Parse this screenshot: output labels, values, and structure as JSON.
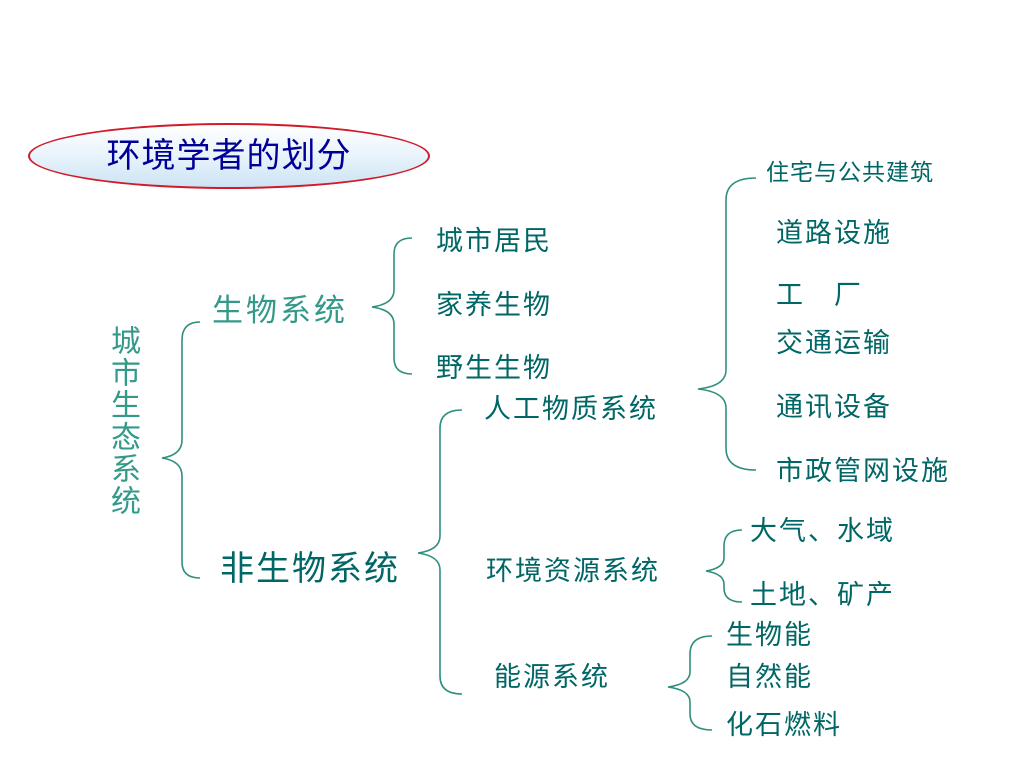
{
  "title": "环境学者的划分",
  "root": "城市生态系统",
  "biological": {
    "label": "生物系统",
    "items": [
      "城市居民",
      "家养生物",
      "野生生物"
    ]
  },
  "non_biological": {
    "label": "非生物系统",
    "artificial": {
      "label": "人工物质系统",
      "items": [
        "住宅与公共建筑",
        "道路设施",
        "工　厂",
        "交通运输",
        "通讯设备",
        "市政管网设施"
      ]
    },
    "environmental": {
      "label": "环境资源系统",
      "items": [
        "大气、水域",
        "土地、矿产"
      ]
    },
    "energy": {
      "label": "能源系统",
      "items": [
        "生物能",
        "自然能",
        "化石燃料"
      ]
    }
  },
  "colors": {
    "text": "#006666",
    "light_text": "#339988",
    "title_text": "#000099",
    "ellipse_border": "#d11a2a",
    "ellipse_fill": "#e6f2fb",
    "line": "#2f8f7f"
  }
}
